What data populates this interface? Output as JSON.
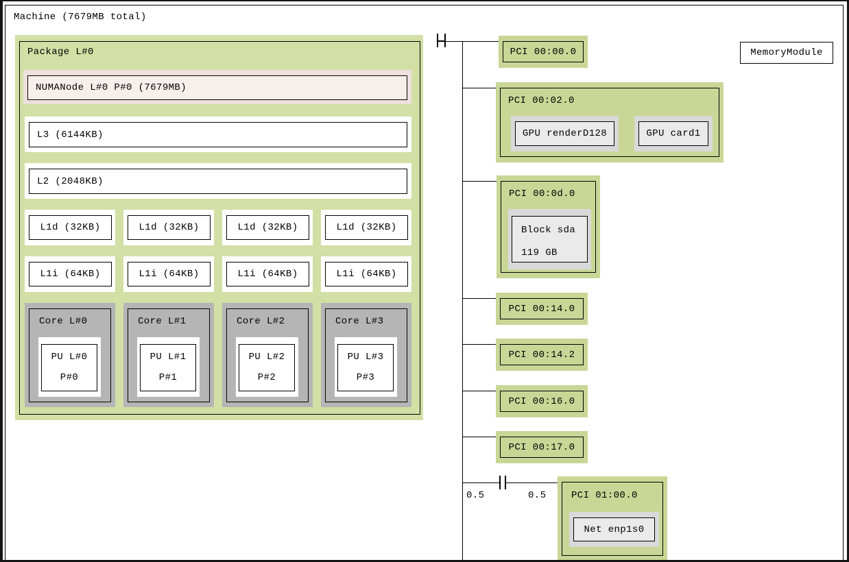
{
  "machine": {
    "title": "Machine (7679MB total)"
  },
  "package": {
    "label": "Package L#0",
    "numanode": {
      "label": "NUMANode L#0 P#0 (7679MB)"
    },
    "l3": {
      "label": "L3 (6144KB)"
    },
    "l2": {
      "label": "L2 (2048KB)"
    },
    "l1d": [
      "L1d (32KB)",
      "L1d (32KB)",
      "L1d (32KB)",
      "L1d (32KB)"
    ],
    "l1i": [
      "L1i (64KB)",
      "L1i (64KB)",
      "L1i (64KB)",
      "L1i (64KB)"
    ],
    "cores": [
      {
        "label": "Core L#0",
        "pu_label": "PU L#0",
        "p_label": "P#0"
      },
      {
        "label": "Core L#1",
        "pu_label": "PU L#1",
        "p_label": "P#1"
      },
      {
        "label": "Core L#2",
        "pu_label": "PU L#2",
        "p_label": "P#2"
      },
      {
        "label": "Core L#3",
        "pu_label": "PU L#3",
        "p_label": "P#3"
      }
    ]
  },
  "pci": {
    "p00": {
      "label": "PCI 00:00.0"
    },
    "p02": {
      "label": "PCI 00:02.0",
      "gpu1": "GPU renderD128",
      "gpu2": "GPU card1"
    },
    "p0d": {
      "label": "PCI 00:0d.0",
      "block": "Block sda",
      "block_size": "119 GB"
    },
    "p14_0": {
      "label": "PCI 00:14.0"
    },
    "p14_2": {
      "label": "PCI 00:14.2"
    },
    "p16": {
      "label": "PCI 00:16.0"
    },
    "p17": {
      "label": "PCI 00:17.0"
    },
    "p01": {
      "label": "PCI 01:00.0",
      "net": "Net enp1s0"
    },
    "bridge_speed_left": "0.5",
    "bridge_speed_right": "0.5"
  },
  "memory_module": {
    "label": "MemoryModule"
  },
  "colors": {
    "package_green": "#d2dfa5",
    "pci_green": "#cad696",
    "numa_outer": "#ede0dd",
    "numa_inner": "#f7efec",
    "core_gray": "#b5b5b5",
    "device_gray_outer": "#d9d9d9",
    "device_gray_inner": "#eaeaea",
    "border": "#000000"
  }
}
